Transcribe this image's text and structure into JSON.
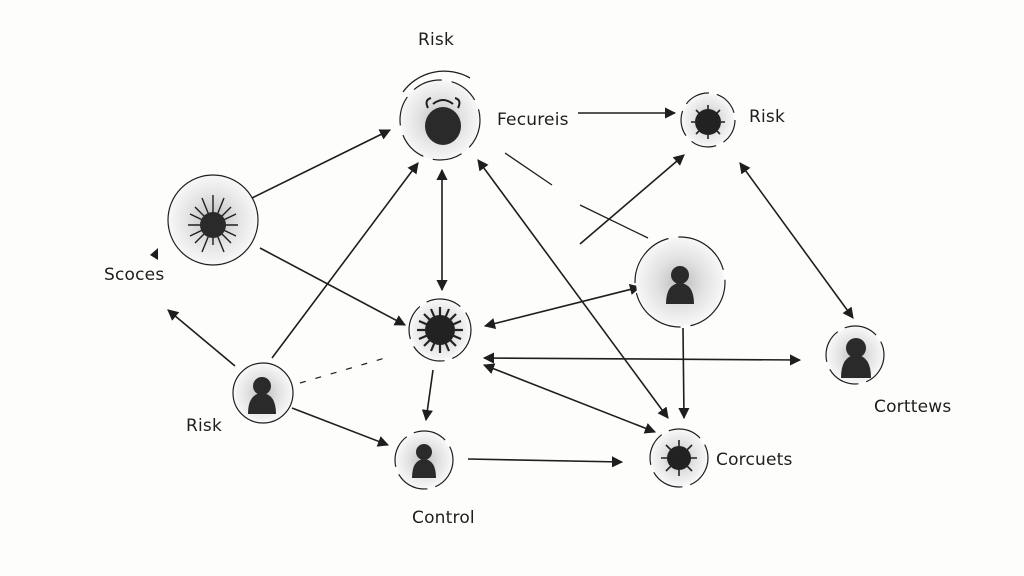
{
  "labels": {
    "risk_top": "Risk",
    "focus": "Fecureis",
    "risk_right": "Risk",
    "sources": "Scoces",
    "risk_left": "Risk",
    "contexts": "Corttews",
    "control": "Control",
    "circuits": "Corcuets"
  },
  "colors": {
    "ink": "#1e1e1e",
    "node_fill": "#2a2a2a",
    "halo": "#d9d9d9",
    "paper": "#fdfdfc"
  },
  "nodes": [
    {
      "name": "focus-node",
      "icon": "bug-icon"
    },
    {
      "name": "risk-right-node",
      "icon": "virus-icon"
    },
    {
      "name": "sources-node",
      "icon": "sun-burst-icon"
    },
    {
      "name": "hub-node",
      "icon": "virus-icon"
    },
    {
      "name": "person-right-node",
      "icon": "person-icon"
    },
    {
      "name": "contexts-node",
      "icon": "person-icon"
    },
    {
      "name": "risk-left-node",
      "icon": "person-icon"
    },
    {
      "name": "control-node",
      "icon": "person-icon"
    },
    {
      "name": "circuits-node",
      "icon": "virus-icon"
    }
  ]
}
